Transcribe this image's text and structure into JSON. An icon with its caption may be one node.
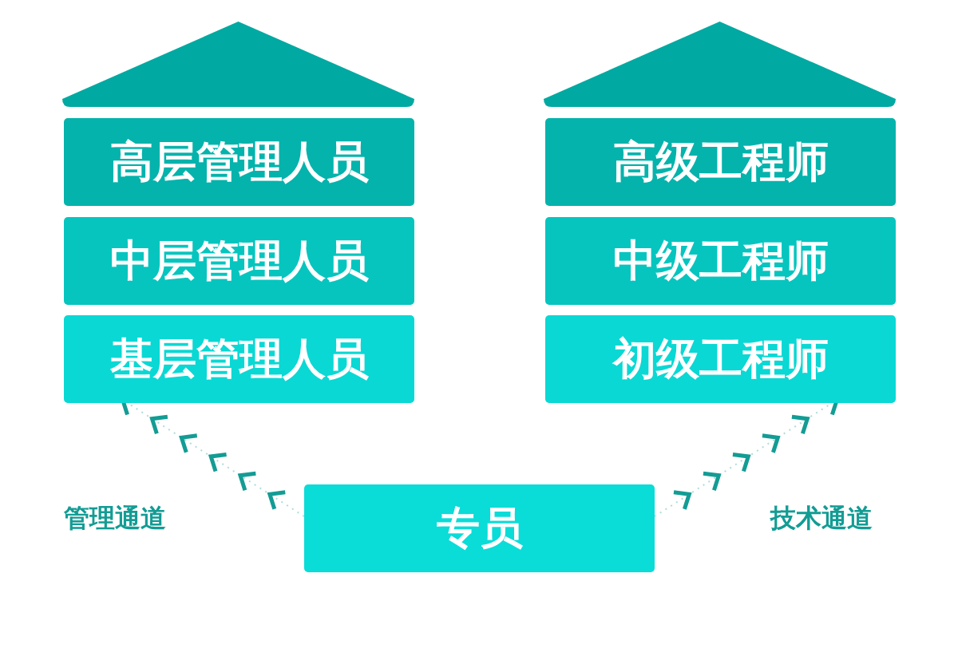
{
  "diagram": {
    "nodes": [
      {
        "text": [],
        "shape": "triangle"
      },
      {
        "text": [
          "高层管理人员"
        ]
      },
      {
        "text": [
          "中层管理人员"
        ]
      },
      {
        "text": [
          "基层管理人员"
        ]
      },
      {
        "text": [],
        "shape": "triangle"
      },
      {
        "text": [
          "高级工程师"
        ]
      },
      {
        "text": [
          "中级工程师"
        ]
      },
      {
        "text": [
          "初级工程师"
        ]
      },
      {
        "text": [
          "专员"
        ]
      }
    ],
    "edges": [
      {
        "from": 8,
        "to": 3,
        "arrow": "to"
      },
      {
        "from": 8,
        "to": 7,
        "arrow": "to"
      }
    ],
    "labels": [
      "管理通道",
      "技术通道"
    ]
  }
}
